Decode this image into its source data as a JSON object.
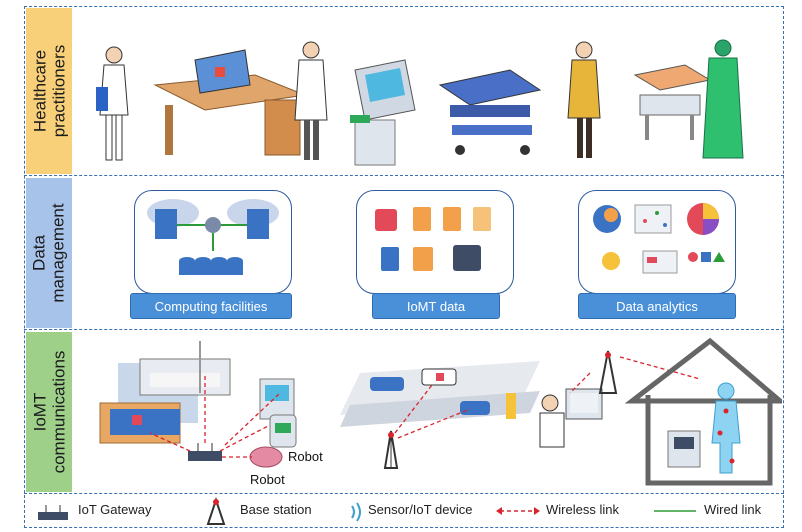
{
  "rows": {
    "healthcare": {
      "line1": "Healthcare",
      "line2": "practitioners",
      "color": "#f9d07a"
    },
    "data": {
      "line1": "Data",
      "line2": "management",
      "color": "#a7c3ea"
    },
    "iomt": {
      "line1": "IoMT",
      "line2": "communications",
      "color": "#9ed08a"
    }
  },
  "data_management": {
    "computing": "Computing facilities",
    "iomt_data": "IoMT data",
    "analytics": "Data analytics"
  },
  "communications": {
    "robot_label_1": "Robot",
    "robot_label_2": "Robot"
  },
  "legend": {
    "gateway": "IoT Gateway",
    "base_station": "Base station",
    "sensor": "Sensor/IoT device",
    "wireless": "Wireless link",
    "wired": "Wired link"
  },
  "colors": {
    "frame": "#3a6fb0",
    "pill": "#4a90d9",
    "wireless": "#d9232d",
    "wired": "#2e9b3a"
  }
}
